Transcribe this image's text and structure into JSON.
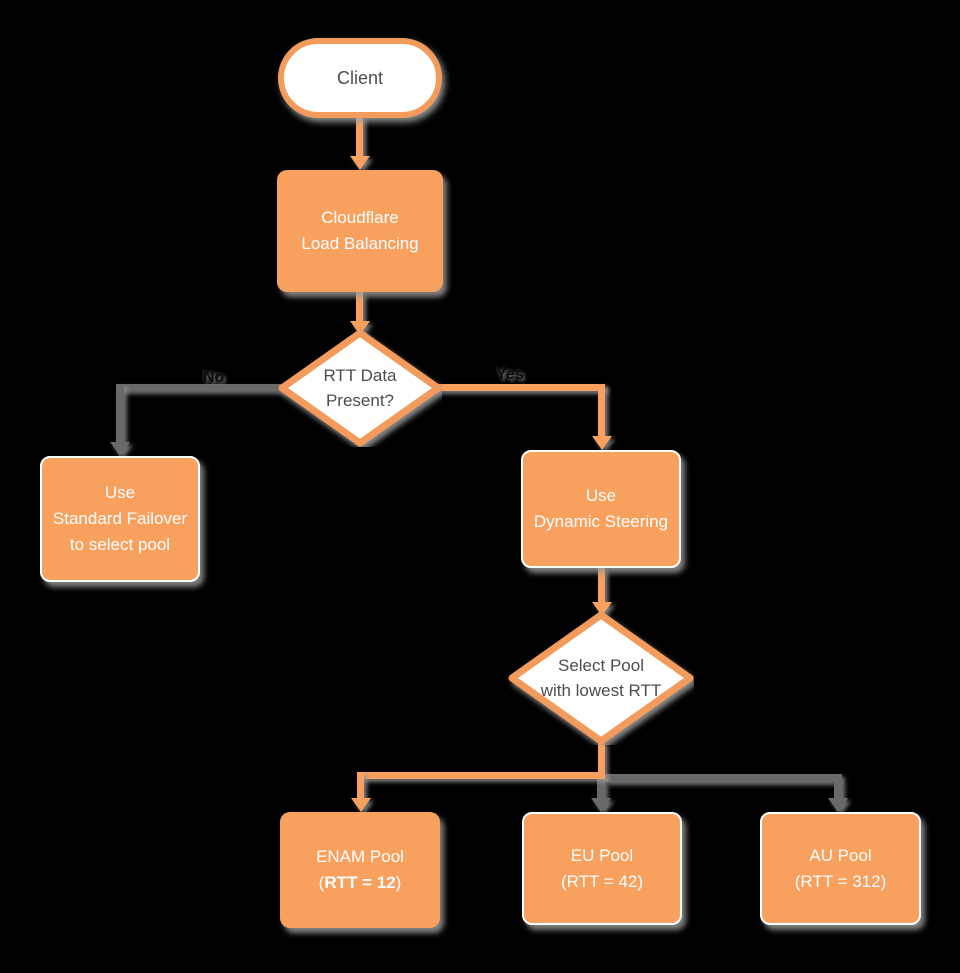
{
  "nodes": {
    "client": {
      "label": "Client"
    },
    "load_balancing": {
      "line1": "Cloudflare",
      "line2": "Load Balancing"
    },
    "rtt_decision": {
      "line1": "RTT Data",
      "line2": "Present?"
    },
    "standard_failover": {
      "line1": "Use",
      "line2": "Standard Failover",
      "line3": "to select pool"
    },
    "dynamic_steering": {
      "line1": "Use",
      "line2": "Dynamic Steering"
    },
    "select_pool": {
      "line1": "Select Pool",
      "line2": "with lowest RTT"
    },
    "enam_pool": {
      "line1": "ENAM Pool",
      "line2_open": "(",
      "line2_bold": "RTT = 12",
      "line2_close": ")"
    },
    "eu_pool": {
      "line1": "EU Pool",
      "line2": "(RTT = 42)"
    },
    "au_pool": {
      "line1": "AU Pool",
      "line2": "(RTT = 312)"
    }
  },
  "edge_labels": {
    "no": "No",
    "yes": "Yes"
  },
  "colors": {
    "node_fill_orange": "#F8A05E",
    "node_border_orange": "#F29B5B",
    "connector_gray": "#696969",
    "shadow_gray": "#999999",
    "text_dark": "#4D4D4D",
    "text_light": "#FFFFFF",
    "background": "#000000"
  }
}
